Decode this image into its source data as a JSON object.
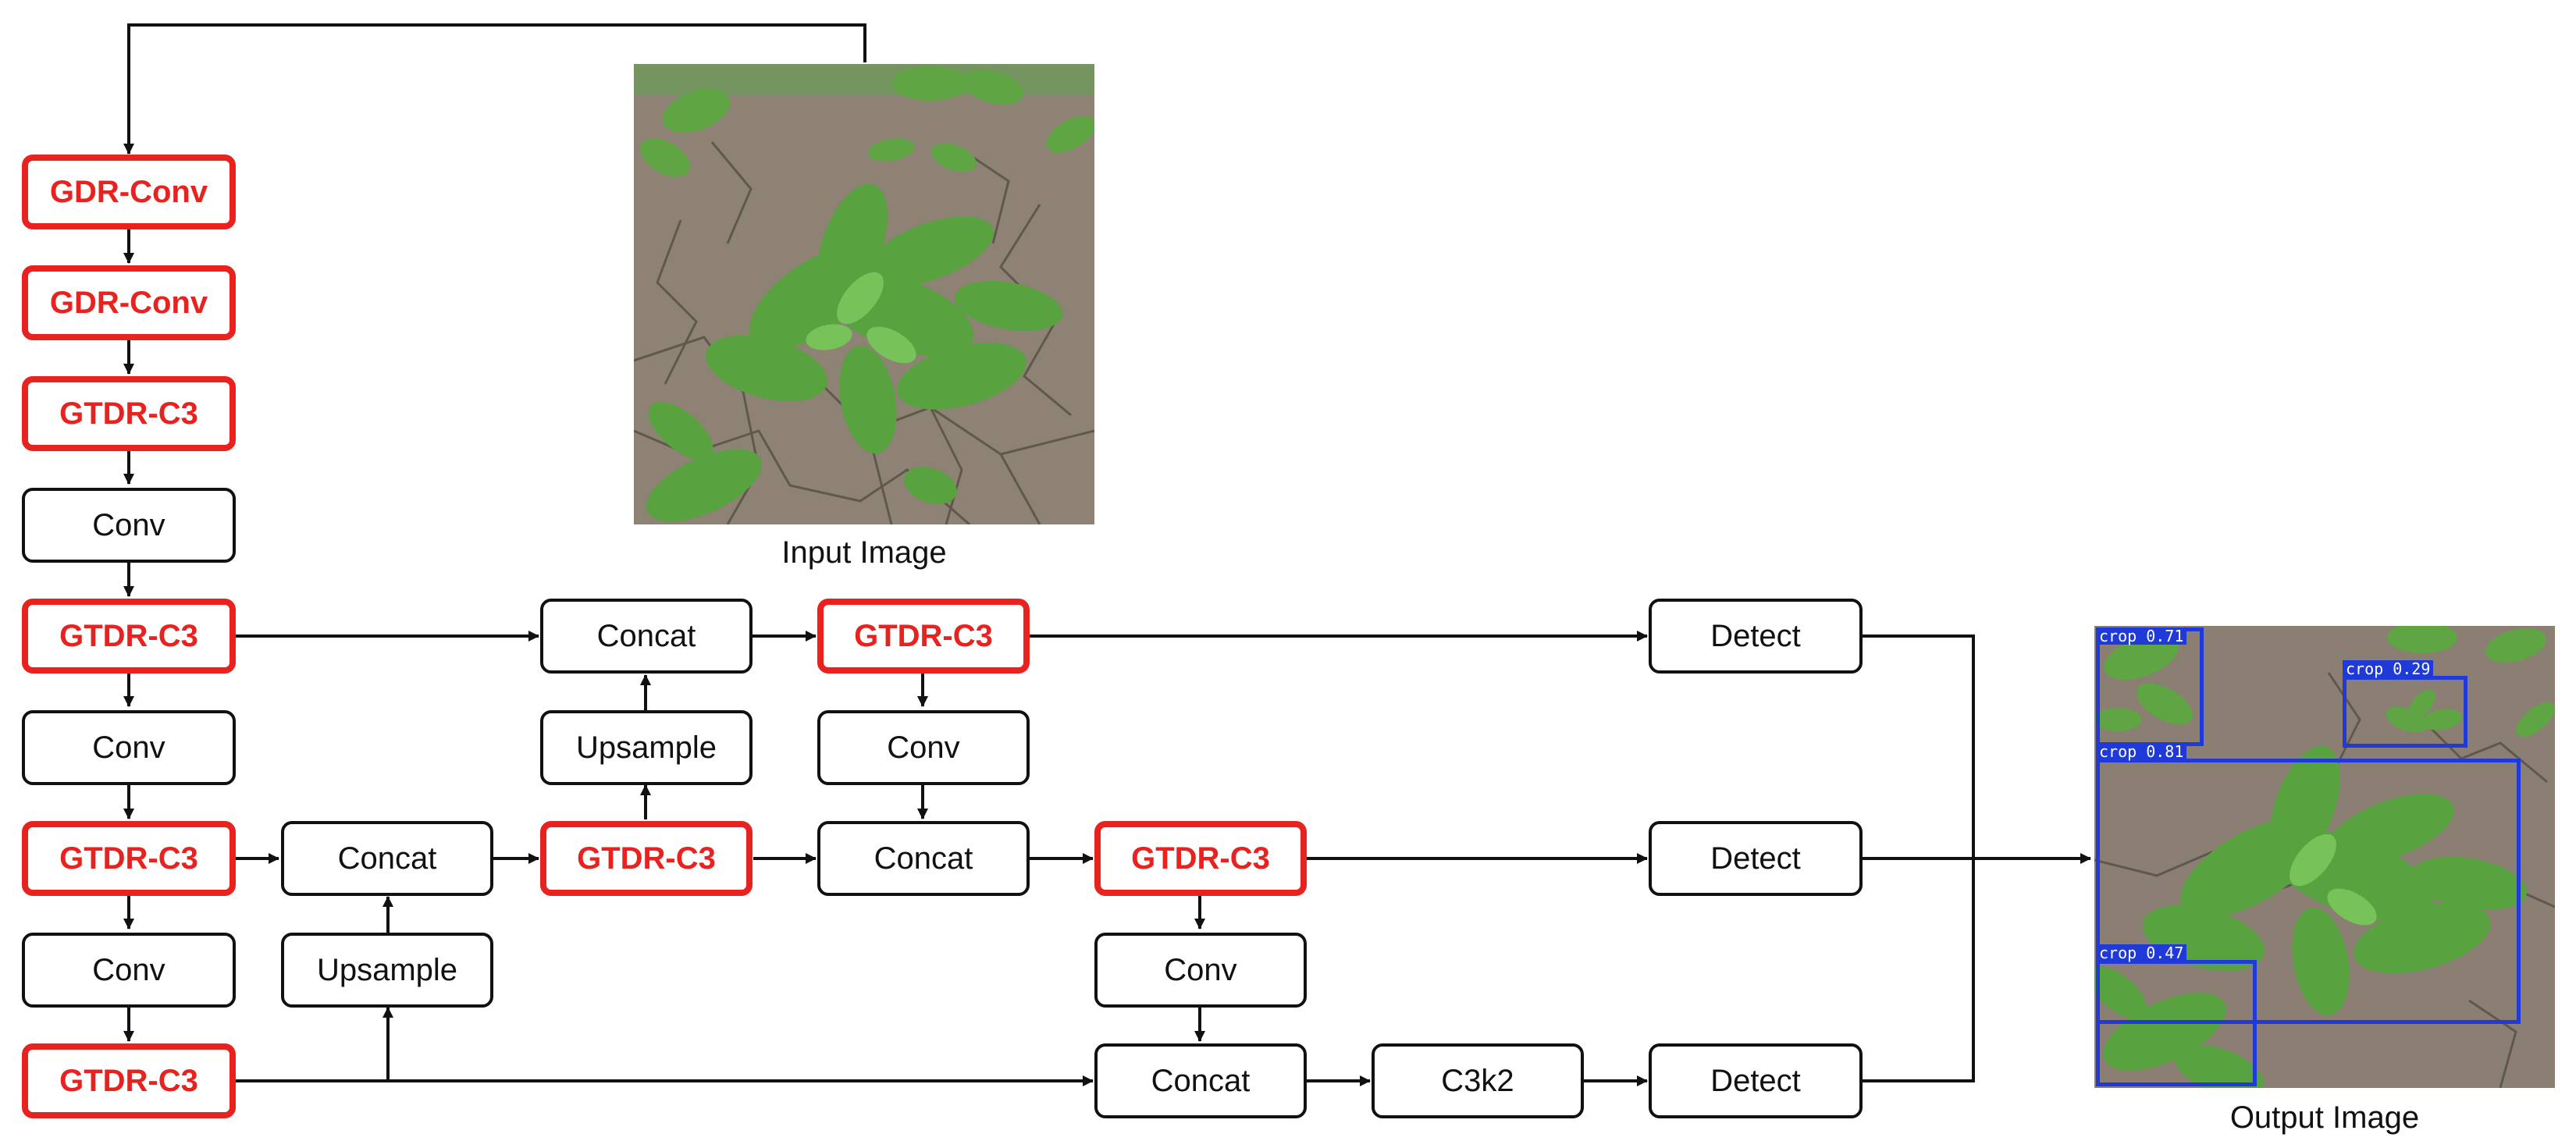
{
  "colors": {
    "highlight": "#e8221f",
    "box_border": "#111111",
    "detection": "#1f3ad8"
  },
  "input_image": {
    "caption": "Input Image"
  },
  "output_image": {
    "caption": "Output Image",
    "detections": [
      {
        "label": "crop 0.71"
      },
      {
        "label": "crop 0.29"
      },
      {
        "label": "crop 0.81"
      },
      {
        "label": "crop 0.47"
      }
    ]
  },
  "blocks": {
    "backbone_1": "GDR-Conv",
    "backbone_2": "GDR-Conv",
    "backbone_3": "GTDR-C3",
    "backbone_4": "Conv",
    "backbone_5": "GTDR-C3",
    "backbone_6": "Conv",
    "backbone_7": "GTDR-C3",
    "backbone_8": "Conv",
    "backbone_9": "GTDR-C3",
    "neck_concat_1": "Concat",
    "neck_upsample_1": "Upsample",
    "neck_gtdr_1": "GTDR-C3",
    "neck_upsample_2": "Upsample",
    "neck_concat_2": "Concat",
    "neck_gtdr_2": "GTDR-C3",
    "neck_conv_1": "Conv",
    "neck_concat_3": "Concat",
    "neck_gtdr_3": "GTDR-C3",
    "neck_conv_2": "Conv",
    "neck_concat_4": "Concat",
    "neck_c3k2": "C3k2",
    "detect_1": "Detect",
    "detect_2": "Detect",
    "detect_3": "Detect"
  }
}
